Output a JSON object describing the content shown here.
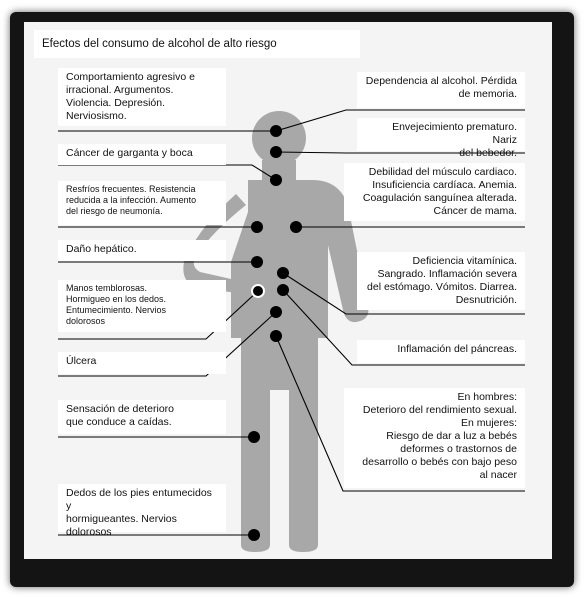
{
  "title": "Efectos del consumo de alcohol de alto riesgo",
  "left_labels": [
    {
      "id": "agresivo",
      "text": "Comportamiento agresivo e\nirracional. Argumentos.\nViolencia. Depresión.\nNerviosismo."
    },
    {
      "id": "garganta",
      "text": "Cáncer de garganta  y boca"
    },
    {
      "id": "resfrios",
      "text": "Resfríos frecuentes. Resistencia\nreducida a la infección. Aumento\ndel riesgo de neumonía."
    },
    {
      "id": "hepatico",
      "text": "Daño hepático."
    },
    {
      "id": "manos",
      "text": "Manos temblorosas.\nHormigueo en los dedos.\nEntumecimiento. Nervios\ndolorosos"
    },
    {
      "id": "ulcera",
      "text": "Úlcera"
    },
    {
      "id": "caidas",
      "text": "Sensación de deterioro\nque conduce a caídas."
    },
    {
      "id": "pies",
      "text": "Dedos de los pies entumecidos y\nhormigueantes. Nervios\ndolorosos"
    }
  ],
  "right_labels": [
    {
      "id": "dependencia",
      "text": "Dependencia al alcohol. Pérdida\nde memoria."
    },
    {
      "id": "envejecimiento",
      "text": "Envejecimiento prematuro. Nariz\ndel bebedor."
    },
    {
      "id": "cardiaco",
      "text": "Debilidad del músculo cardiaco.\nInsuficiencia cardíaca. Anemia.\nCoagulación sanguínea alterada.\nCáncer de mama."
    },
    {
      "id": "vitaminica",
      "text": "Deficiencia vitamínica.\nSangrado. Inflamación severa\ndel estómago. Vómitos. Diarrea.\nDesnutrición."
    },
    {
      "id": "pancreas",
      "text": "Inflamación del páncreas."
    },
    {
      "id": "sexual",
      "text": "En hombres:\nDeterioro del rendimiento sexual.\nEn mujeres:\nRiesgo de dar a luz a bebés\ndeformes o trastornos de\ndesarrollo o bebés con bajo peso\nal nacer"
    }
  ],
  "colors": {
    "figure": "#a8a8a8",
    "dots": "#000000",
    "lines": "#000000",
    "panel": "#f4f4f4",
    "frame": "#141414"
  }
}
